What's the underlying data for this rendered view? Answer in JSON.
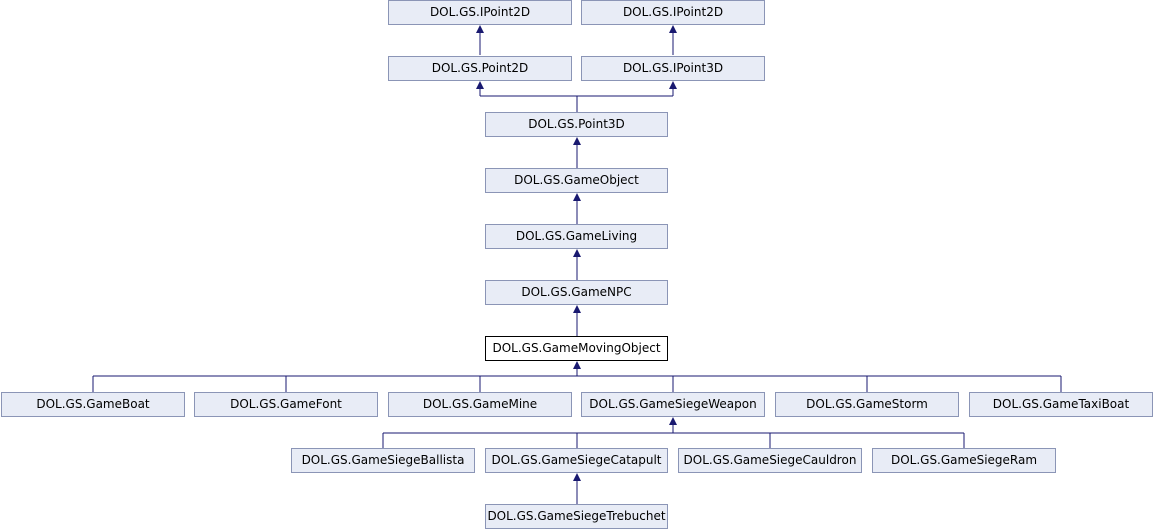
{
  "colors": {
    "node_fill": "#e8ecf6",
    "node_border": "#8b95b6",
    "selected_fill": "#ffffff",
    "selected_border": "#000000",
    "edge": "#191970"
  },
  "nodes": {
    "ipoint2d_a": "DOL.GS.IPoint2D",
    "ipoint2d_b": "DOL.GS.IPoint2D",
    "point2d": "DOL.GS.Point2D",
    "ipoint3d": "DOL.GS.IPoint3D",
    "point3d": "DOL.GS.Point3D",
    "gameobject": "DOL.GS.GameObject",
    "gameliving": "DOL.GS.GameLiving",
    "gamenpc": "DOL.GS.GameNPC",
    "gamemovingobject": "DOL.GS.GameMovingObject",
    "gameboat": "DOL.GS.GameBoat",
    "gamefont": "DOL.GS.GameFont",
    "gamemine": "DOL.GS.GameMine",
    "gamesiegeweapon": "DOL.GS.GameSiegeWeapon",
    "gamestorm": "DOL.GS.GameStorm",
    "gametaxiboat": "DOL.GS.GameTaxiBoat",
    "gamesiegeballista": "DOL.GS.GameSiegeBallista",
    "gamesiegecatapult": "DOL.GS.GameSiegeCatapult",
    "gamesiegecauldron": "DOL.GS.GameSiegeCauldron",
    "gamesiegeram": "DOL.GS.GameSiegeRam",
    "gamesiegetrebuchet": "DOL.GS.GameSiegeTrebuchet"
  }
}
